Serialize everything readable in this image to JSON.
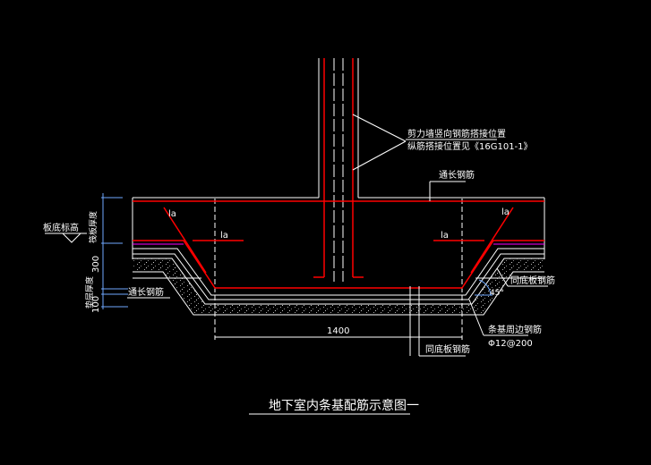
{
  "title": "地下室内条基配筋示意图一",
  "labels": {
    "wall_note_1": "剪力墙竖向钢筋搭接位置",
    "wall_note_2": "纵筋搭接位置见《16G101-1》",
    "top_continuous": "通长钢筋",
    "bottom_continuous": "通长钢筋",
    "slab_elevation": "板底标高",
    "slab_thickness": "筏板厚度",
    "cushion_thickness": "垫层厚度",
    "same_as_slab_1": "同底板钢筋",
    "same_as_slab_2": "同底板钢筋",
    "perimeter_bars": "条基周边钢筋",
    "perimeter_spec": "Φ12@200",
    "la_left": "la",
    "la_right": "la",
    "la_diag_left": "la",
    "la_diag_right": "la",
    "angle": "45°"
  },
  "dimensions": {
    "depth": "300",
    "cushion": "100",
    "width": "1400"
  },
  "colors": {
    "rebar": "#ff0000",
    "dim": "#6fa8ff",
    "magenta": "#ff00ff",
    "line": "#ffffff"
  }
}
